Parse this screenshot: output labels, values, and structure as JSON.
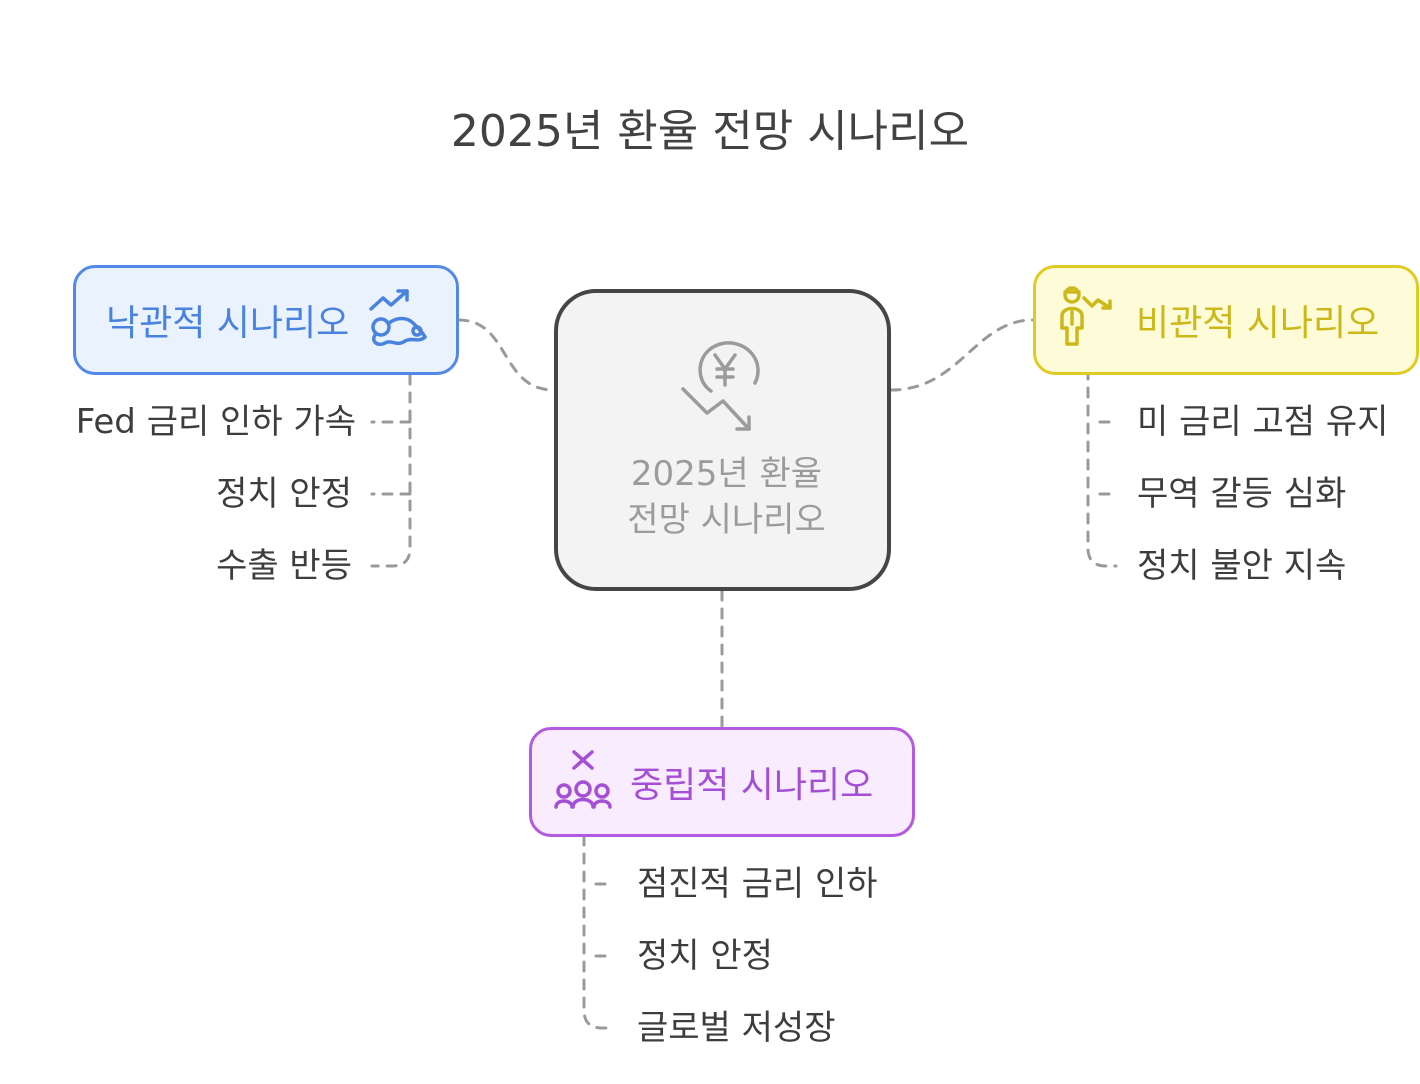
{
  "title": "2025년 환율 전망 시나리오",
  "center": {
    "line1": "2025년 환율",
    "line2": "전망 시나리오",
    "icon": "yen-down-icon"
  },
  "optimistic": {
    "label": "낙관적 시나리오",
    "icon": "upward-trend-icon",
    "color": "#4a82df",
    "items": [
      "Fed 금리 인하 가속",
      "정치 안정",
      "수출 반등"
    ]
  },
  "pessimistic": {
    "label": "비관적 시나리오",
    "icon": "person-downtrend-icon",
    "color": "#cdb81a",
    "items": [
      "미 금리 고점 유지",
      "무역 갈등 심화",
      "정치 불안 지속"
    ]
  },
  "neutral": {
    "label": "중립적 시나리오",
    "icon": "balanced-group-icon",
    "color": "#a54fd6",
    "items": [
      "점진적 금리 인하",
      "정치 안정",
      "글로벌 저성장"
    ]
  }
}
